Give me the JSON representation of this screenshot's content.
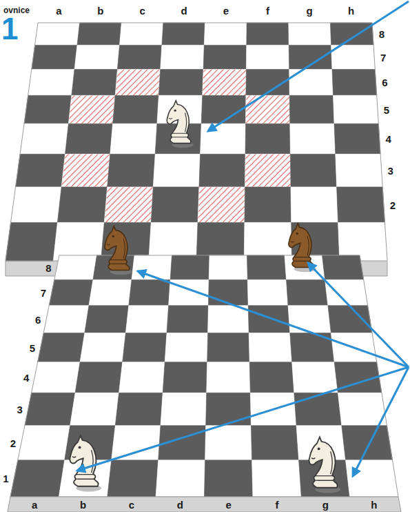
{
  "diagram": {
    "title": "ovnice",
    "labels": [
      "1",
      "a",
      "b",
      "c",
      "d",
      "e",
      "f",
      "g",
      "h",
      "8",
      "7",
      "6",
      "5",
      "4",
      "3",
      "2",
      "8",
      "7",
      "6",
      "5",
      "4",
      "3",
      "2",
      "1",
      "a",
      "b",
      "c",
      "d",
      "e",
      "f",
      "g",
      "h"
    ]
  }
}
